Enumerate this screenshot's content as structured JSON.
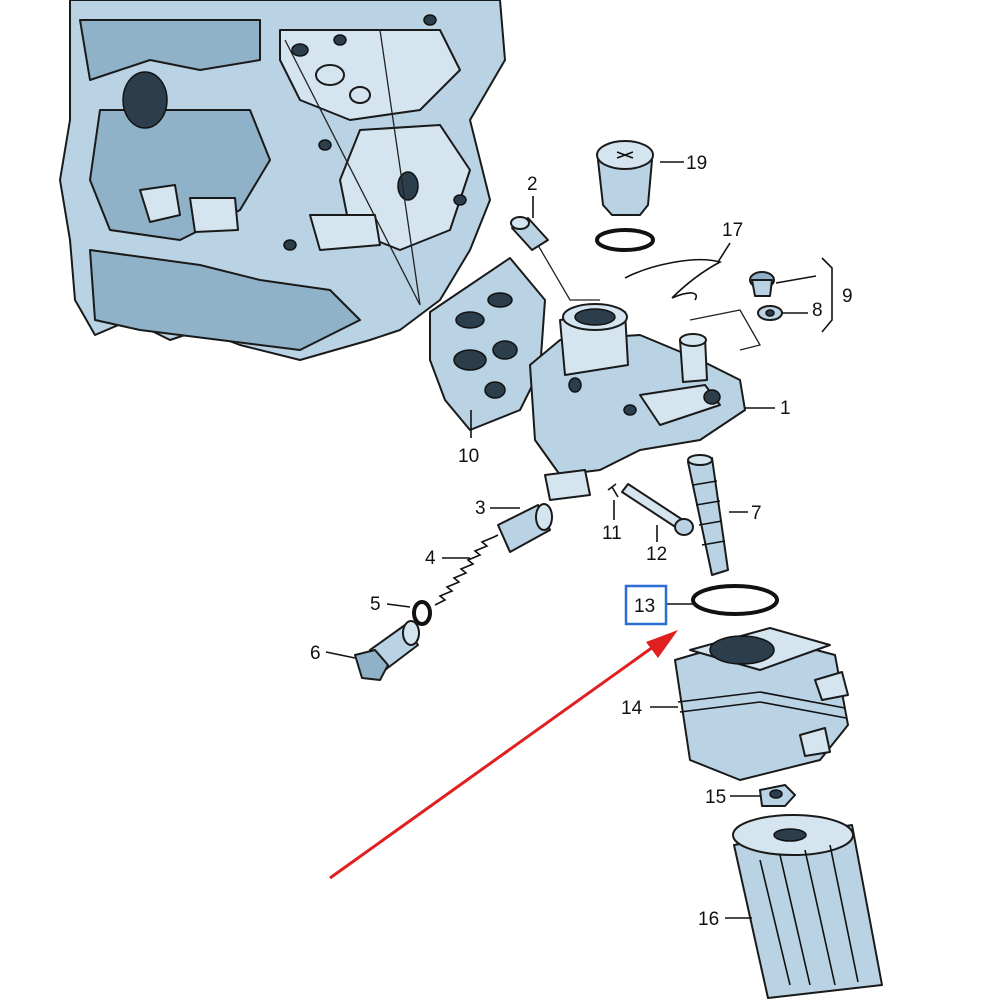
{
  "labels": {
    "p1": "1",
    "p2": "2",
    "p3": "3",
    "p4": "4",
    "p5": "5",
    "p6": "6",
    "p7": "7",
    "p8": "8",
    "p9": "9",
    "p10": "10",
    "p11": "11",
    "p12": "12",
    "p13": "13",
    "p14": "14",
    "p15": "15",
    "p16": "16",
    "p17": "17",
    "p19": "19"
  },
  "colors": {
    "part_fill": "#b9d3e4",
    "highlight_box": "#2b6fd6",
    "arrow": "#e02020"
  }
}
